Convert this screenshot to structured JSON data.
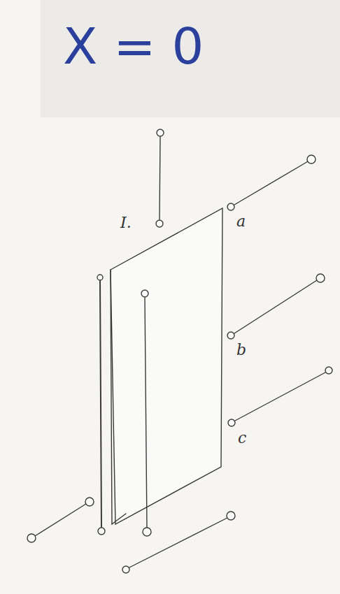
{
  "diagram": {
    "title": "X = 0",
    "labels": [
      "I.",
      "a",
      "b",
      "c"
    ]
  }
}
